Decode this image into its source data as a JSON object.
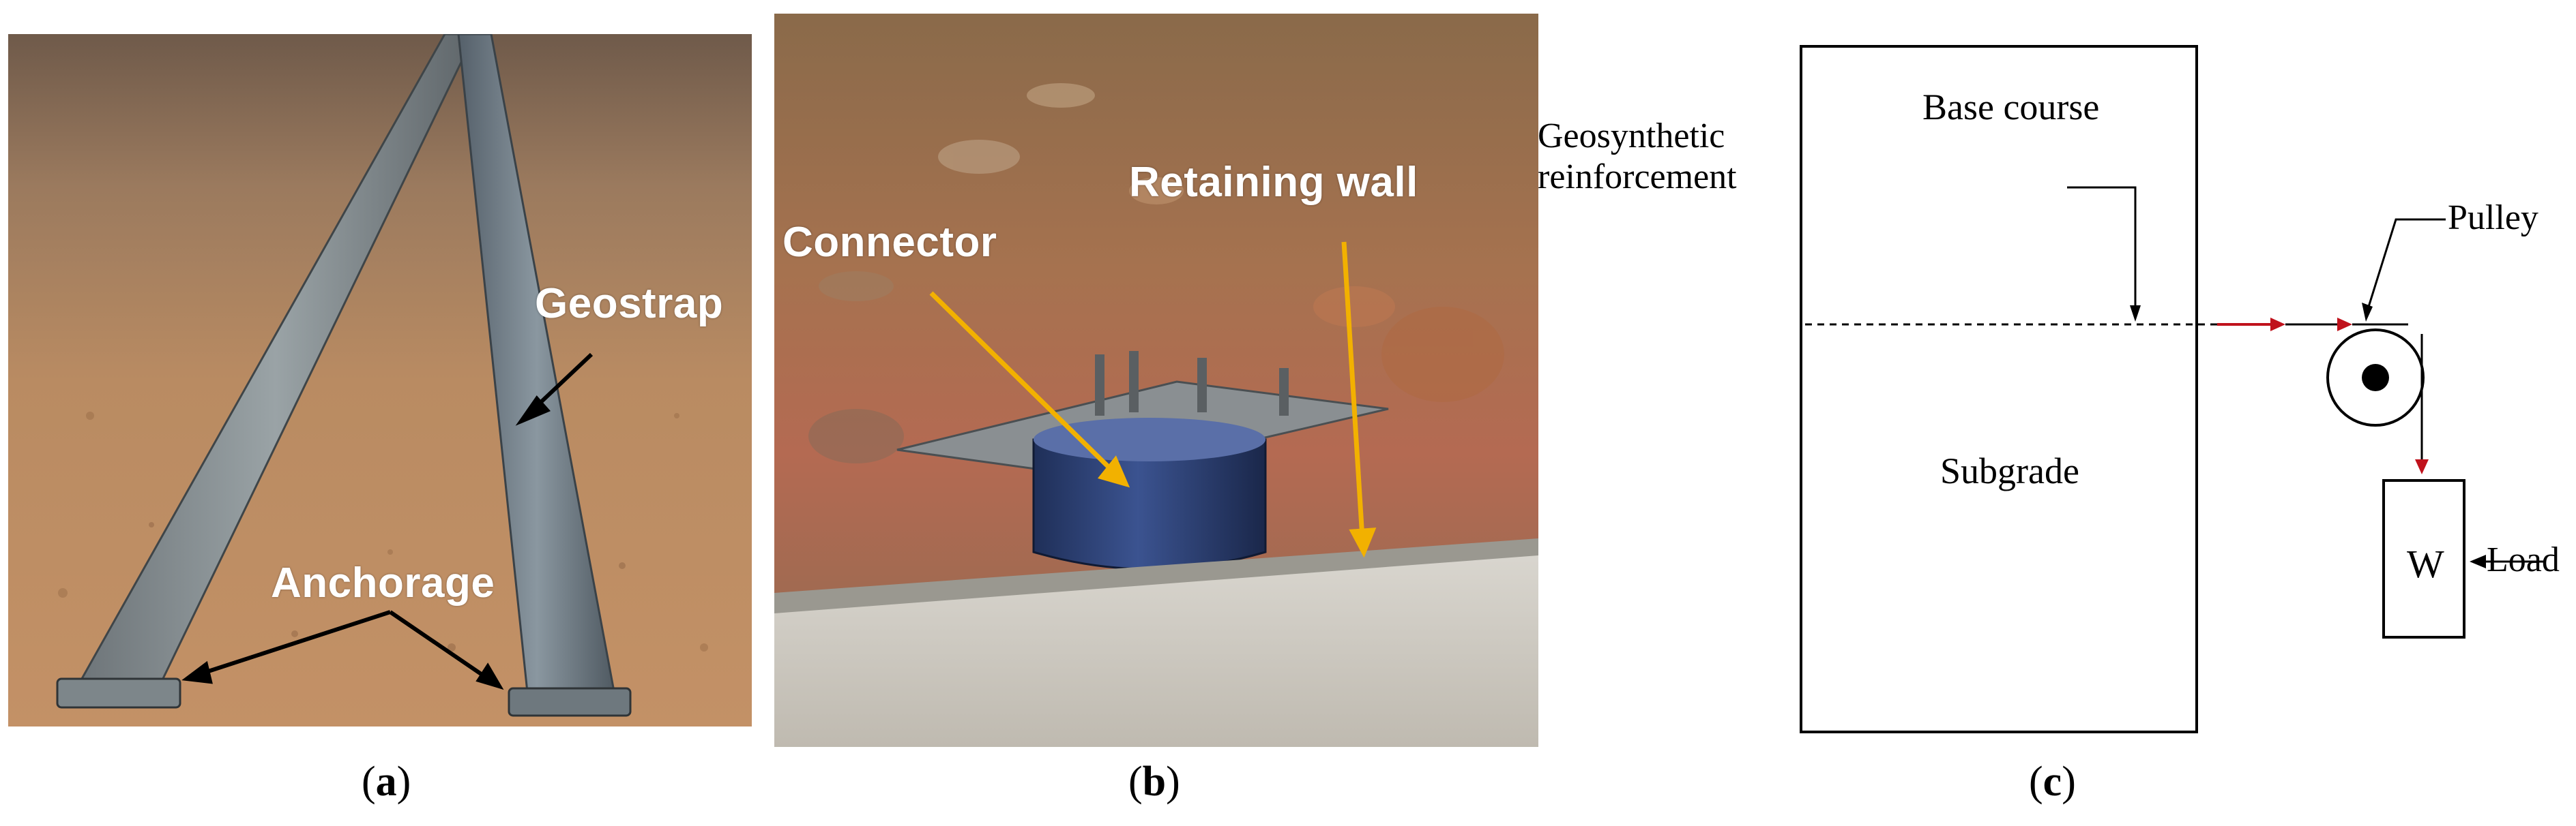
{
  "panel_a": {
    "labels": {
      "geostrap": "Geostrap",
      "anchorage": "Anchorage"
    },
    "caption": {
      "open": "(",
      "letter": "a",
      "close": ")"
    }
  },
  "panel_b": {
    "labels": {
      "connector": "Connector",
      "retaining_wall": "Retaining wall"
    },
    "caption": {
      "open": "(",
      "letter": "b",
      "close": ")"
    }
  },
  "panel_c": {
    "labels": {
      "base_course": "Base course",
      "geosynthetic_line1": "Geosynthetic",
      "geosynthetic_line2": "reinforcement",
      "subgrade": "Subgrade",
      "pulley": "Pulley",
      "weight": "W",
      "load": "Load"
    },
    "caption": {
      "open": "(",
      "letter": "c",
      "close": ")"
    },
    "colors": {
      "tension_arrow": "#c0121c",
      "lines": "#000000"
    }
  }
}
